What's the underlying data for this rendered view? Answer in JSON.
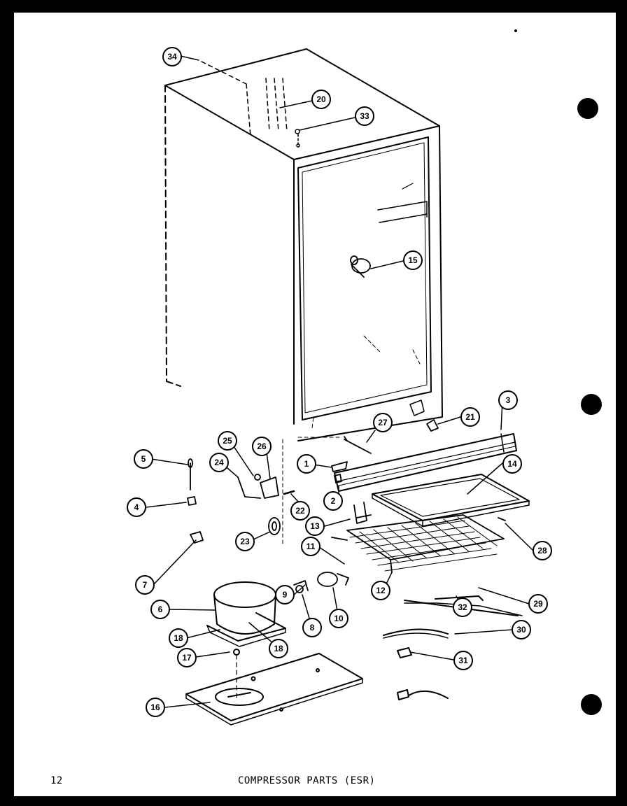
{
  "page": {
    "number": "12",
    "caption": "COMPRESSOR PARTS (ESR)"
  },
  "callouts": [
    "34",
    "20",
    "33",
    "15",
    "3",
    "21",
    "27",
    "1",
    "25",
    "26",
    "5",
    "24",
    "2",
    "14",
    "22",
    "4",
    "13",
    "23",
    "28",
    "11",
    "9",
    "7",
    "12",
    "6",
    "8",
    "10",
    "32",
    "29",
    "18",
    "30",
    "17",
    "31",
    "16"
  ]
}
